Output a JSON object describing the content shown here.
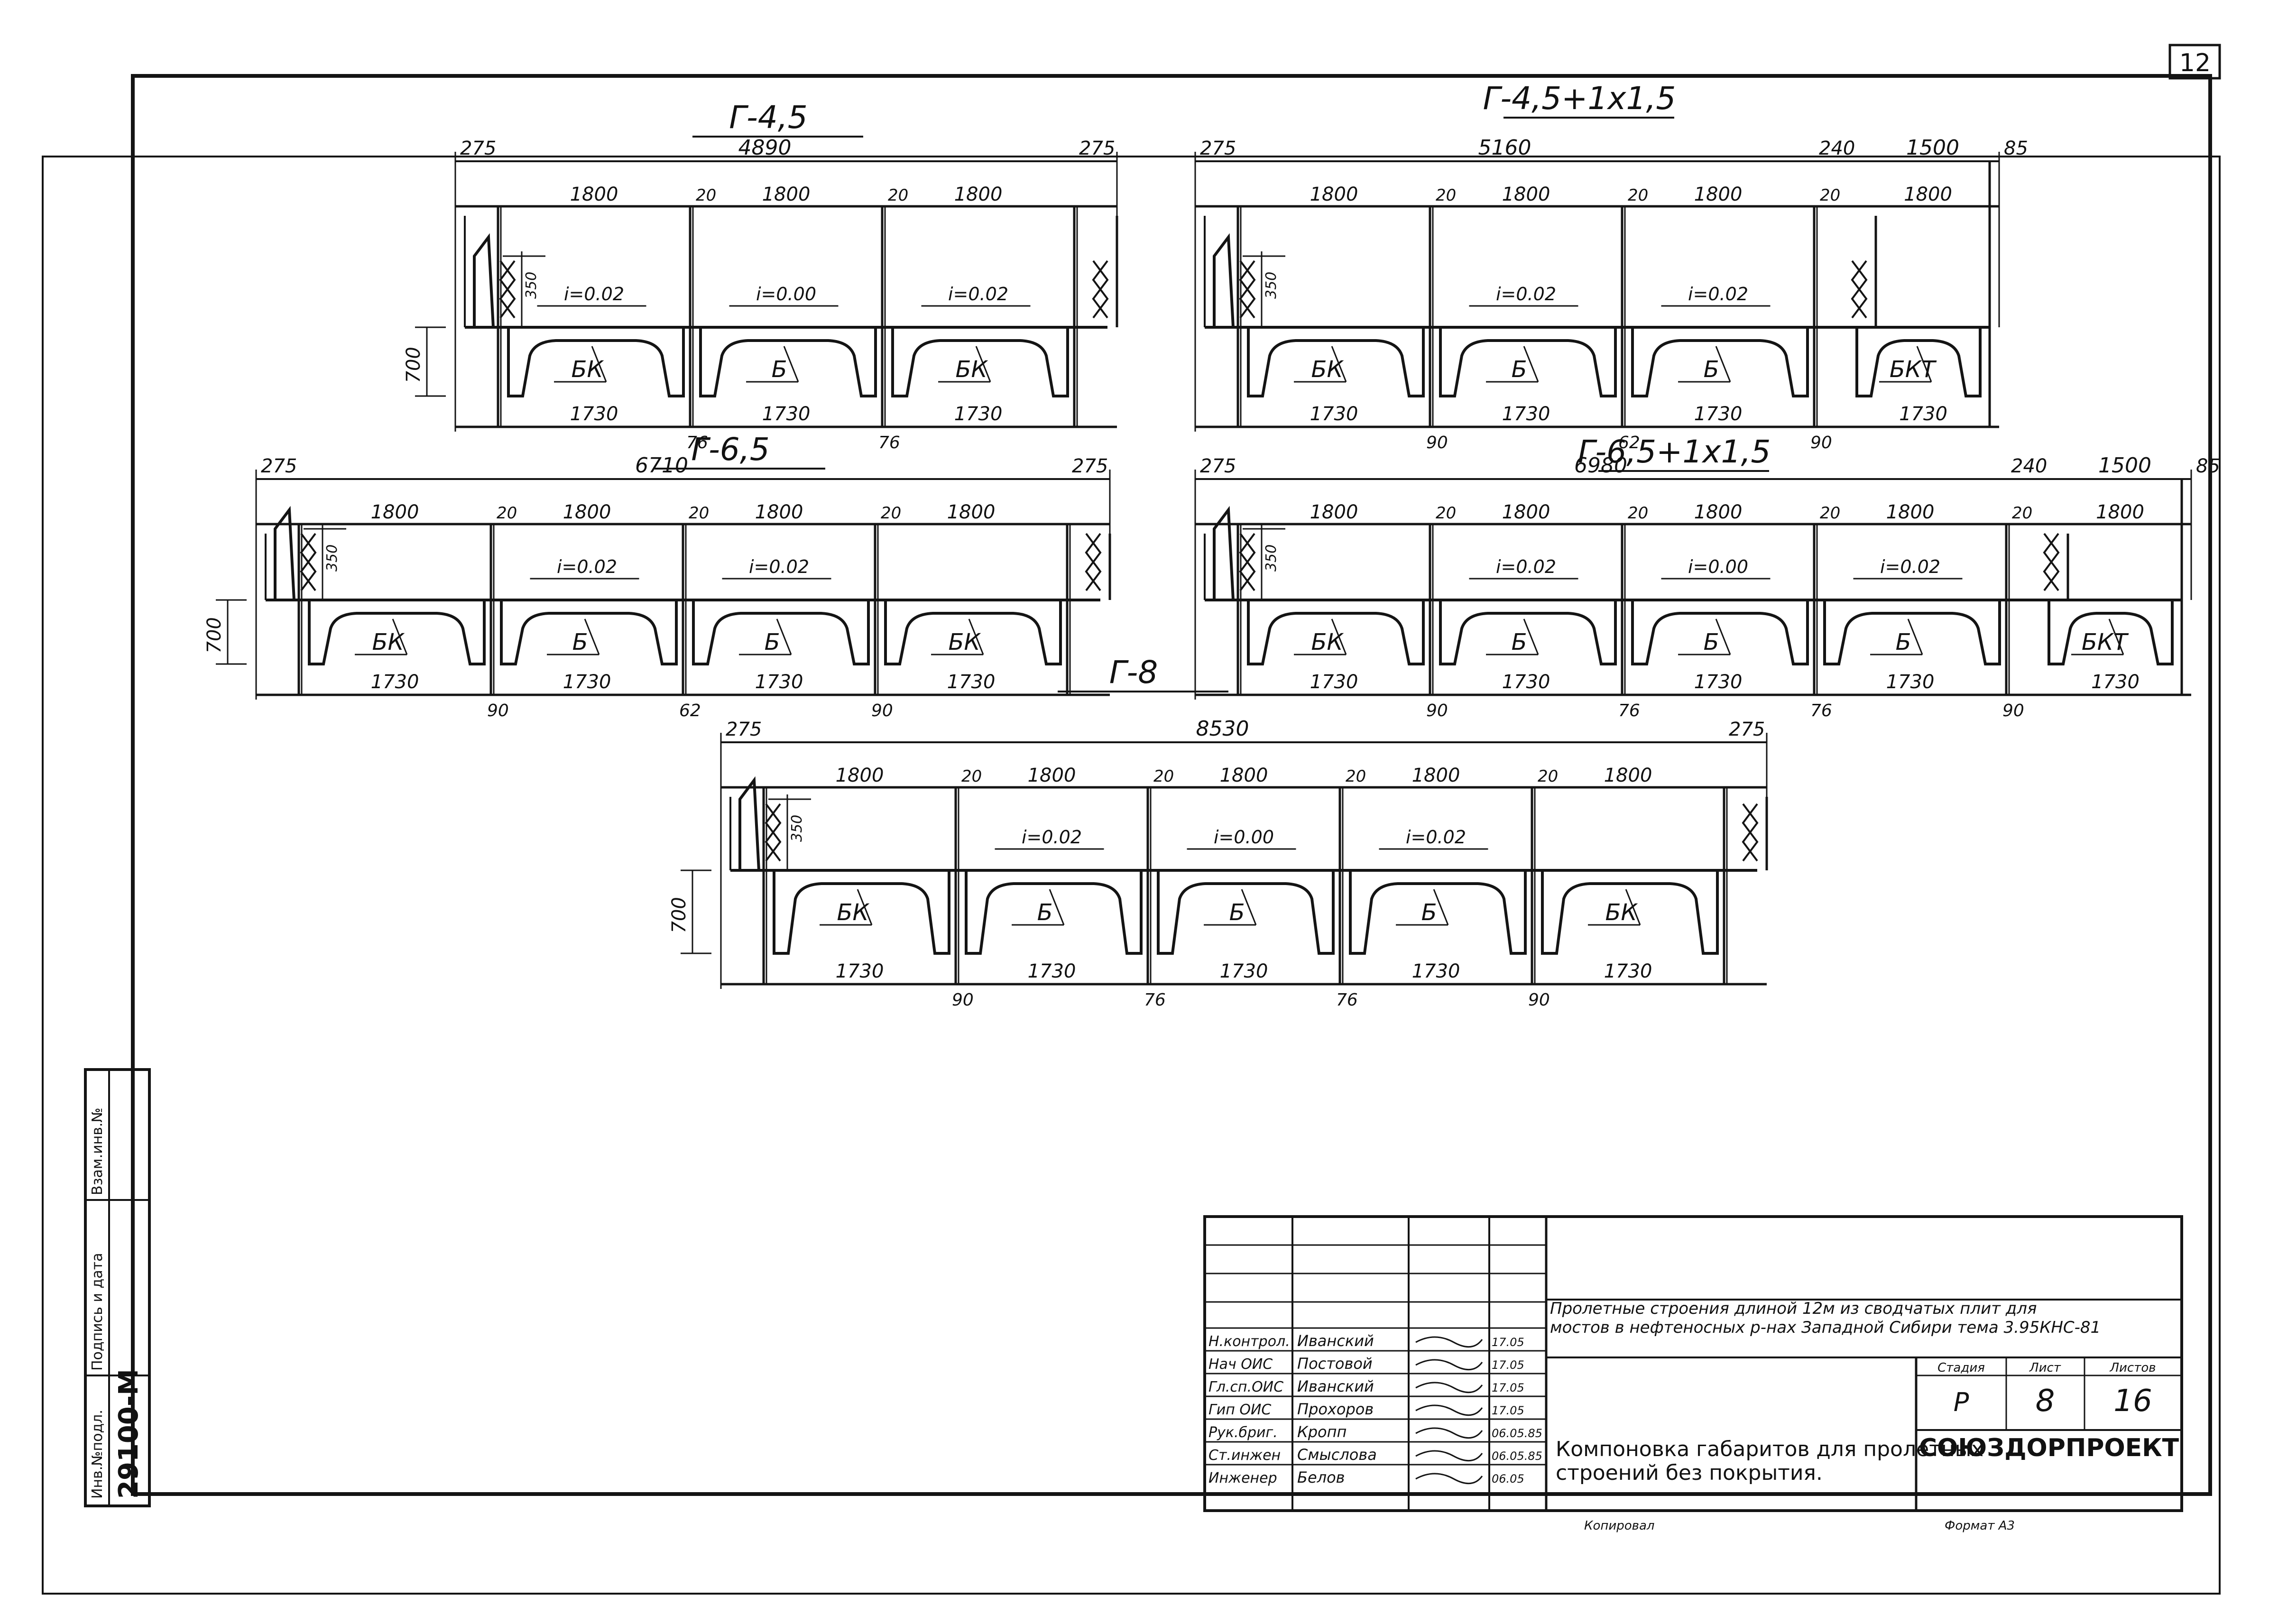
{
  "sheet_number": "12",
  "side_stamp": {
    "row1": "Взам.инв.№",
    "row2": "Подпись и дата",
    "row3_label": "Инв.№подл.",
    "row3_value": "29100-М"
  },
  "sections": [
    {
      "title": "Г-4,5",
      "overall": "4890",
      "left_edge": "275",
      "right_edge": "275",
      "right_extra": "",
      "right_extra2": "",
      "top_dims": [
        "1800",
        "1800",
        "1800"
      ],
      "gaps_top": [
        "20",
        "20"
      ],
      "height": "700",
      "curb": "350",
      "slopes": [
        "i=0.02",
        "i=0.00",
        "i=0.02"
      ],
      "beams": [
        "БК",
        "Б",
        "БК"
      ],
      "bottom_dims": [
        "1730",
        "1730",
        "1730"
      ],
      "gaps_bottom": [
        "76",
        "76"
      ]
    },
    {
      "title": "Г-4,5+1х1,5",
      "overall": "5160",
      "left_edge": "275",
      "right_edge": "",
      "right_extra": "240",
      "right_extra2": "1500",
      "right_extra3": "85",
      "top_dims": [
        "1800",
        "1800",
        "1800",
        "1800"
      ],
      "gaps_top": [
        "20",
        "20",
        "20"
      ],
      "height": "",
      "curb": "350",
      "slopes": [
        "i=0.02",
        "i=0.02"
      ],
      "beams": [
        "БК",
        "Б",
        "Б",
        "БКТ"
      ],
      "bottom_dims": [
        "1730",
        "1730",
        "1730",
        "1730"
      ],
      "gaps_bottom": [
        "90",
        "62",
        "90"
      ]
    },
    {
      "title": "Г-6,5",
      "overall": "6710",
      "left_edge": "275",
      "right_edge": "275",
      "top_dims": [
        "1800",
        "1800",
        "1800",
        "1800"
      ],
      "gaps_top": [
        "20",
        "20",
        "20"
      ],
      "height": "700",
      "curb": "350",
      "slopes": [
        "i=0.02",
        "i=0.02"
      ],
      "beams": [
        "БК",
        "Б",
        "Б",
        "БК"
      ],
      "bottom_dims": [
        "1730",
        "1730",
        "1730",
        "1730"
      ],
      "gaps_bottom": [
        "90",
        "62",
        "90"
      ]
    },
    {
      "title": "Г-6,5+1х1,5",
      "overall": "6980",
      "left_edge": "275",
      "right_extra": "240",
      "right_extra2": "1500",
      "right_extra3": "85",
      "top_dims": [
        "1800",
        "1800",
        "1800",
        "1800",
        "1800"
      ],
      "gaps_top": [
        "20",
        "20",
        "20",
        "20"
      ],
      "height": "",
      "curb": "350",
      "slopes": [
        "i=0.02",
        "i=0.00",
        "i=0.02"
      ],
      "beams": [
        "БК",
        "Б",
        "Б",
        "Б",
        "БКТ"
      ],
      "bottom_dims": [
        "1730",
        "1730",
        "1730",
        "1730",
        "1730"
      ],
      "gaps_bottom": [
        "90",
        "76",
        "76",
        "90"
      ]
    },
    {
      "title": "Г-8",
      "overall": "8530",
      "left_edge": "275",
      "right_edge": "275",
      "top_dims": [
        "1800",
        "1800",
        "1800",
        "1800",
        "1800"
      ],
      "gaps_top": [
        "20",
        "20",
        "20",
        "20"
      ],
      "height": "700",
      "curb": "350",
      "slopes": [
        "i=0.02",
        "i=0.00",
        "i=0.02"
      ],
      "beams": [
        "БК",
        "Б",
        "Б",
        "Б",
        "БК"
      ],
      "bottom_dims": [
        "1730",
        "1730",
        "1730",
        "1730",
        "1730"
      ],
      "gaps_bottom": [
        "90",
        "76",
        "76",
        "90"
      ]
    }
  ],
  "title_block": {
    "roles": [
      "Н.контрол.",
      "Нач ОИС",
      "Гл.сп.ОИС",
      "Гип ОИС",
      "Рук.бриг.",
      "Ст.инжен",
      "Инженер"
    ],
    "names": [
      "Иванский",
      "Постовой",
      "Иванский",
      "Прохоров",
      "Кропп",
      "Смыслова",
      "Белов"
    ],
    "dates": [
      "17.05",
      "17.05",
      "17.05",
      "17.05",
      "06.05.85",
      "06.05.85",
      "06.05"
    ],
    "project": "Пролетные строения длиной 12м из сводчатых плит для мостов в нефтеносных р-нах Западной Сибири тема 3.95КНС-81",
    "stage_label": "Стадия",
    "sheet_label": "Лист",
    "sheets_label": "Листов",
    "stage": "Р",
    "sheet": "8",
    "sheets": "16",
    "drawing_title": "Компоновка габаритов для пролетных строений без покрытия.",
    "org": "СОЮЗДОРПРОЕКТ",
    "copied": "Копировал",
    "format": "Формат А3"
  }
}
